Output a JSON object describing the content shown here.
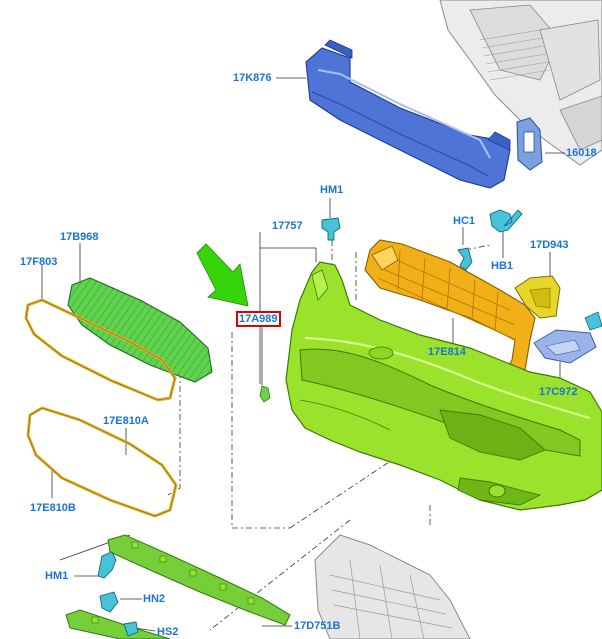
{
  "colors": {
    "label": "#1a73d9",
    "highlight_box": "#e00000",
    "arrow": "#36d40b",
    "bumper": "#9be22c",
    "grille": "#5fd24e",
    "trim": "#e0b32a",
    "absorber": "#f2b018",
    "bracket_yellow": "#e7d52a",
    "beam": "#4e74d8",
    "bracket_blue": "#7c9fe0",
    "clip": "#47c2d8",
    "background_parts": "#c9c9c9",
    "leader": "#333333"
  },
  "callouts": {
    "c17K876": "17K876",
    "c16018": "16018",
    "cHM1_top": "HM1",
    "c17757": "17757",
    "cHC1": "HC1",
    "cHB1": "HB1",
    "c17D943": "17D943",
    "c17B968": "17B968",
    "c17F803": "17F803",
    "c17A989": "17A989",
    "c17E814": "17E814",
    "c17C972": "17C972",
    "c17E810A": "17E810A",
    "c17E810B": "17E810B",
    "cHM1_bottom": "HM1",
    "cHN2": "HN2",
    "cHS2": "HS2",
    "c17D751B": "17D751B"
  },
  "icons": {
    "arrow": "pointer-arrow-icon",
    "clip": "push-pin-clip-icon"
  }
}
